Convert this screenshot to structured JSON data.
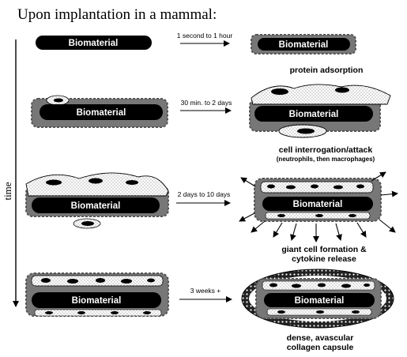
{
  "title": "Upon implantation in a mammal:",
  "axis_label": "time",
  "material_label": "Biomaterial",
  "stages": [
    {
      "time": "1 second to 1 hour",
      "caption_lines": [
        "protein adsorption"
      ],
      "sub_caption": ""
    },
    {
      "time": "30 min. to 2 days",
      "caption_lines": [
        "cell interrogation/attack"
      ],
      "sub_caption": "(neutrophils, then macrophages)"
    },
    {
      "time": "2 days to 10 days",
      "caption_lines": [
        "giant cell formation &",
        "cytokine release"
      ],
      "sub_caption": ""
    },
    {
      "time": "3 weeks +",
      "caption_lines": [
        "dense, avascular",
        "collagen capsule"
      ],
      "sub_caption": ""
    }
  ]
}
